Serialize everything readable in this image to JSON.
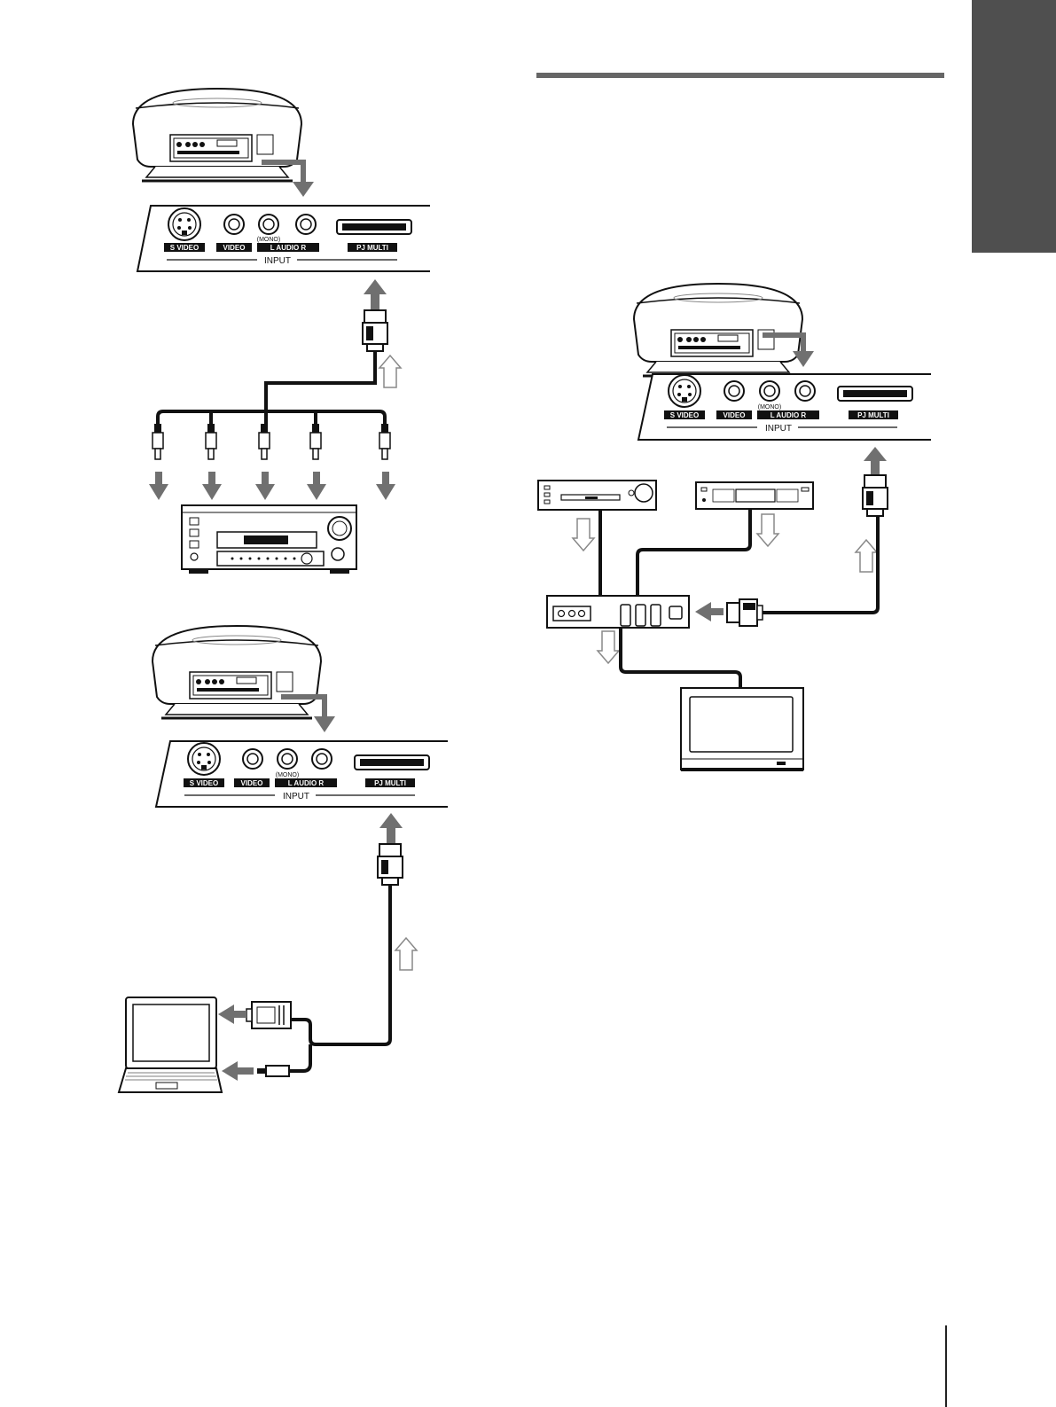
{
  "panel": {
    "svideo": "S VIDEO",
    "video": "VIDEO",
    "mono": "(MONO)",
    "audio": "L  AUDIO  R",
    "pjmulti": "PJ MULTI",
    "input": "INPUT"
  },
  "colors": {
    "tab": "#4f4f4f",
    "rule": "#666666",
    "arrow": "#707070",
    "line": "#111111"
  }
}
